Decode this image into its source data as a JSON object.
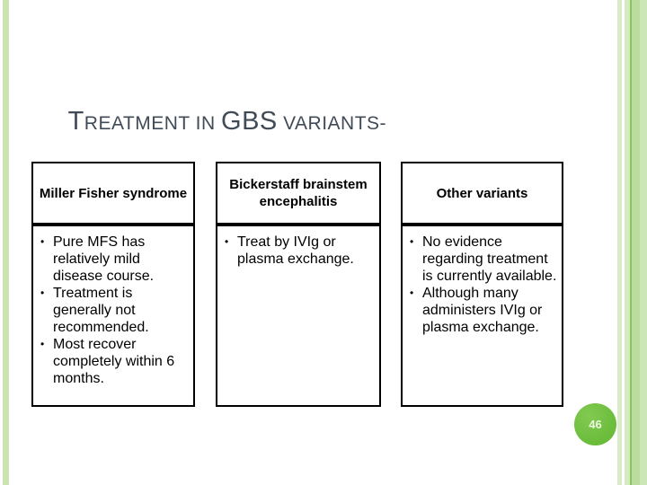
{
  "title": {
    "seg1": "T",
    "seg2": "REATMENT IN ",
    "seg3": "GBS",
    "seg4": " VARIANTS-"
  },
  "columns": [
    {
      "header": "Miller Fisher syndrome",
      "bullets": [
        "Pure MFS has relatively mild disease course.",
        "Treatment is generally not recommended.",
        "Most recover completely within 6 months."
      ]
    },
    {
      "header": "Bickerstaff brainstem encephalitis",
      "bullets": [
        "Treat by IVIg or plasma exchange."
      ]
    },
    {
      "header": "Other variants",
      "bullets": [
        "No evidence regarding treatment is currently available.",
        "Although many administers IVIg or plasma exchange."
      ]
    }
  ],
  "page_number": "46",
  "colors": {
    "title_text": "#414b57",
    "body_text": "#000000",
    "box_border": "#000000",
    "left_bar_green": "#c9e4b0",
    "stripe_pale_green": "#d8ecc8",
    "stripe_dark_green": "#8cc460",
    "stripe_medium_green": "#badd9e",
    "page_badge_green": "#72c13e",
    "page_number_text": "#eef7e4"
  }
}
